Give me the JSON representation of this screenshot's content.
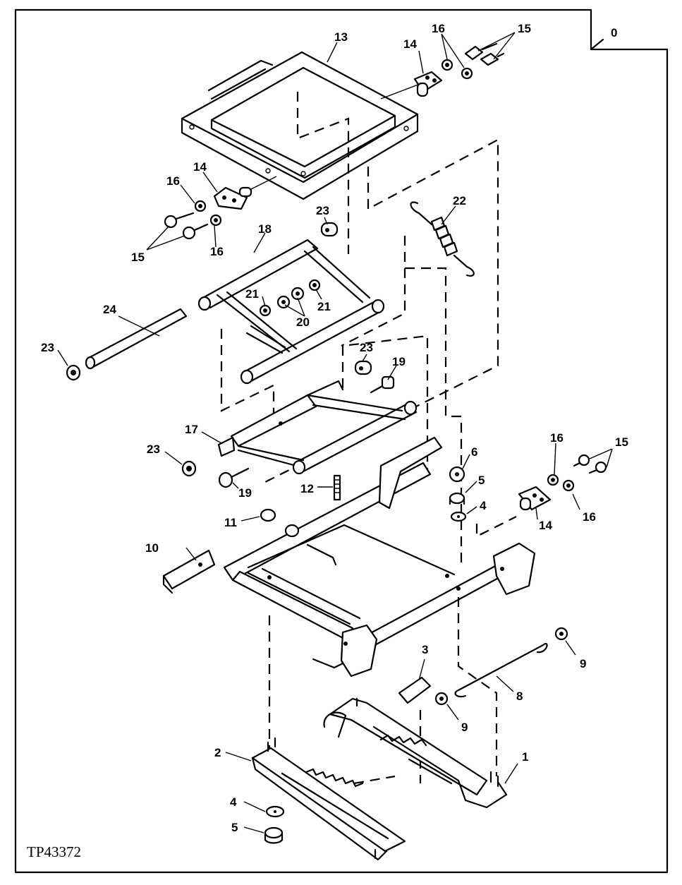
{
  "figure_id": "TP43372",
  "callouts": {
    "c0": "0",
    "c1": "1",
    "c2": "2",
    "c3": "3",
    "c4a": "4",
    "c4b": "4",
    "c5a": "5",
    "c5b": "5",
    "c6": "6",
    "c8": "8",
    "c9a": "9",
    "c9b": "9",
    "c10": "10",
    "c11": "11",
    "c12": "12",
    "c13": "13",
    "c14a": "14",
    "c14b": "14",
    "c14c": "14",
    "c15a": "15",
    "c15b": "15",
    "c15c": "15",
    "c16a": "16",
    "c16b": "16",
    "c16c": "16",
    "c16d": "16",
    "c16e": "16",
    "c17": "17",
    "c18": "18",
    "c19a": "19",
    "c19b": "19",
    "c20": "20",
    "c21a": "21",
    "c21b": "21",
    "c22": "22",
    "c23a": "23",
    "c23b": "23",
    "c23c": "23",
    "c23d": "23",
    "c24": "24"
  }
}
